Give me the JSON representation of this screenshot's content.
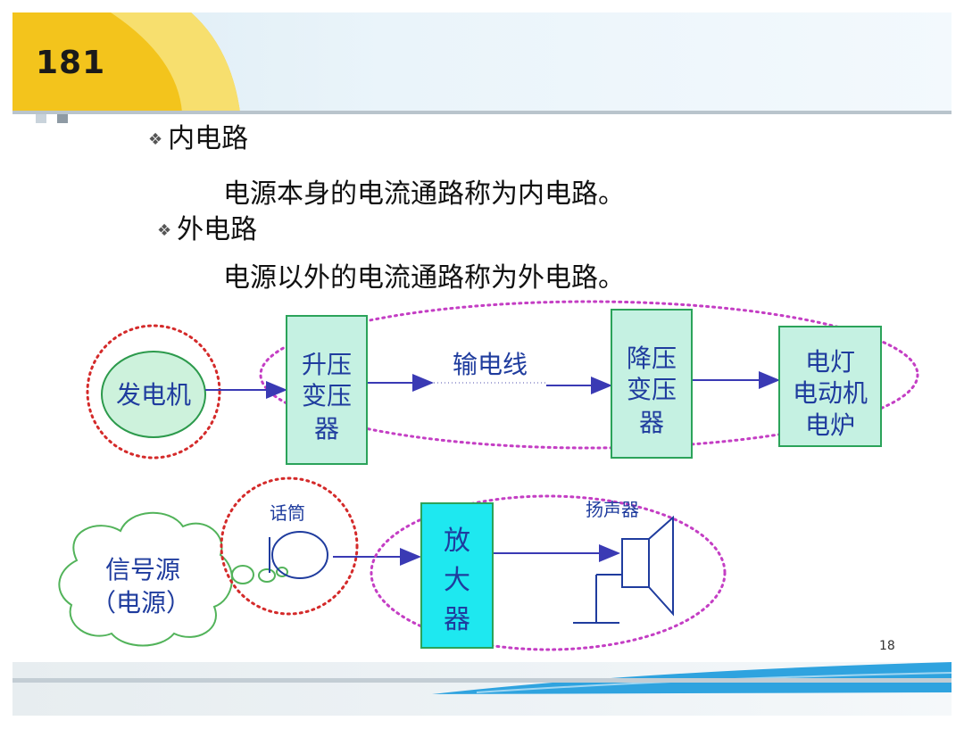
{
  "slide": {
    "badge_number": "181",
    "page_number": "18"
  },
  "text": {
    "inner_title": "内电路",
    "inner_desc": "电源本身的电流通路称为内电路。",
    "outer_title": "外电路",
    "outer_desc": "电源以外的电流通路称为外电路。"
  },
  "diagram": {
    "generator": "发电机",
    "step_up": [
      "升压",
      "变压",
      "器"
    ],
    "line_label": "输电线",
    "step_down": [
      "降压",
      "变压",
      "器"
    ],
    "loads": [
      "电灯",
      "电动机",
      "电炉"
    ],
    "source": [
      "信号源",
      "（电源）"
    ],
    "mic_label": "话筒",
    "amplifier": [
      "放",
      "大",
      "器"
    ],
    "speaker_label": "扬声器"
  },
  "colors": {
    "label_blue": "#1f3c9e",
    "box_fill": "#c5f1e2",
    "amp_fill": "#1ee8f0",
    "gen_fill": "#cdf2dc",
    "red_dotted": "#d42a2a",
    "magenta_dotted": "#c43ec4",
    "arrow_blue": "#3a3ab4"
  }
}
